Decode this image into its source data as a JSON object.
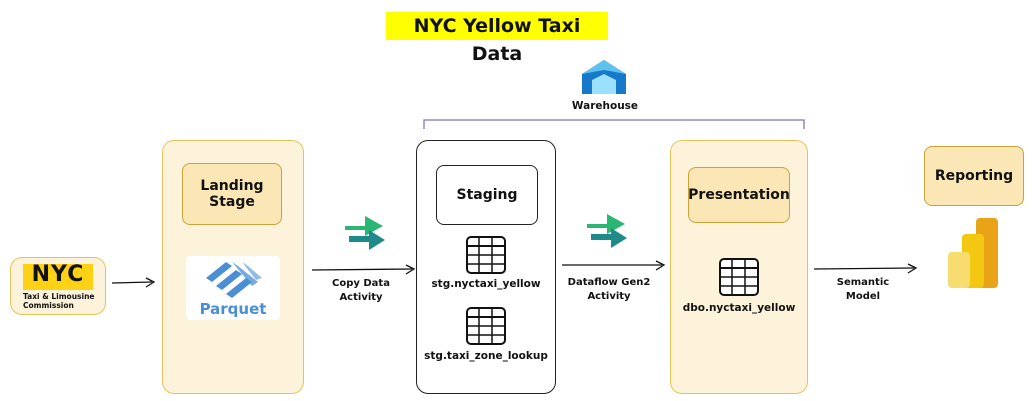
{
  "title": "NYC Yellow Taxi Data",
  "warehouse": {
    "label": "Warehouse",
    "icon": "fabric-warehouse-icon"
  },
  "source": {
    "logo_text": "NYC",
    "line1": "Taxi & Limousine",
    "line2": "Commission"
  },
  "landing": {
    "title_line1": "Landing",
    "title_line2": "Stage",
    "file_format": "Parquet"
  },
  "copy_activity": {
    "line1": "Copy Data",
    "line2": "Activity",
    "icon": "data-factory-pipeline-icon"
  },
  "staging": {
    "title": "Staging",
    "tables": [
      "stg.nyctaxi_yellow",
      "stg.taxi_zone_lookup"
    ]
  },
  "dataflow_activity": {
    "line1": "Dataflow Gen2",
    "line2": "Activity",
    "icon": "data-factory-pipeline-icon"
  },
  "presentation": {
    "title": "Presentation",
    "tables": [
      "dbo.nyctaxi_yellow"
    ]
  },
  "semantic": {
    "line1": "Semantic",
    "line2": "Model"
  },
  "reporting": {
    "title": "Reporting",
    "icon": "power-bi-icon"
  },
  "colors": {
    "title_highlight": "#ffff00",
    "panel_yellow": "#fdf3db",
    "panel_border_yellow": "#e6c35a",
    "nyc_yellow": "#fcd116",
    "parquet_blue": "#4a8fd4",
    "fabric_teal": "#1e8a8a",
    "fabric_green": "#2bb673",
    "powerbi_gold": "#f2c811",
    "bracket_purple": "#8a6fb5"
  }
}
